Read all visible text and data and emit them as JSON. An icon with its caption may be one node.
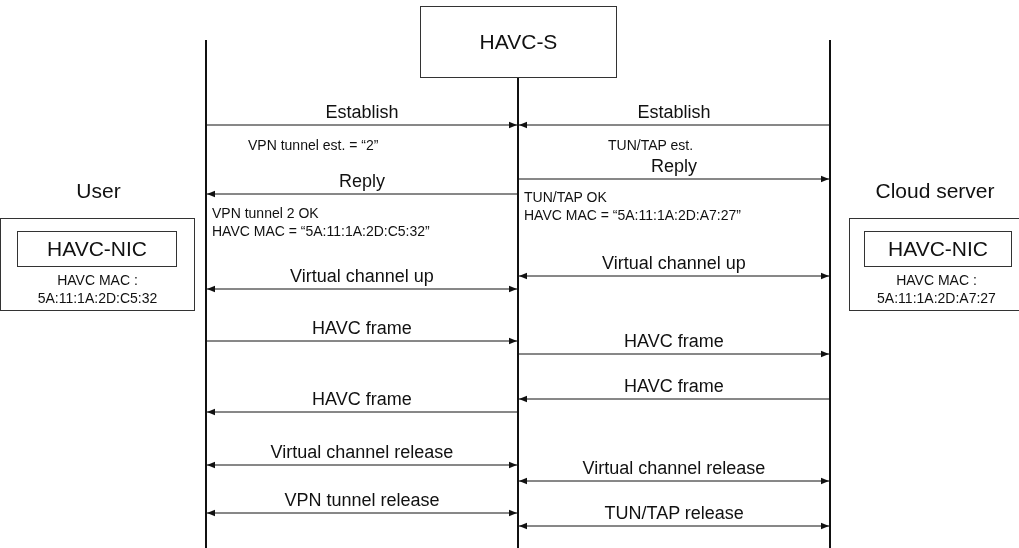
{
  "diagram": {
    "nodes": [
      {
        "text": [
          "HAVC-S"
        ]
      },
      {
        "text": [
          "User",
          "HAVC MAC : 5A:11:1A:2D:C5:32"
        ]
      },
      {
        "text": [
          "HAVC-NIC"
        ],
        "in": 1
      },
      {
        "text": [
          "Cloud server",
          "HAVC MAC : 5A:11:1A:2D:A7:27"
        ]
      },
      {
        "text": [
          "HAVC-NIC"
        ],
        "in": 3
      },
      {
        "text": [],
        "shape": "bar"
      },
      {
        "text": [],
        "shape": "bar"
      },
      {
        "text": [],
        "shape": "bar"
      }
    ],
    "edges": [
      {
        "from": 5,
        "to": 6,
        "arrow": "to",
        "label": "Establish"
      },
      {
        "from": 7,
        "to": 6,
        "arrow": "to",
        "label": "Establish"
      },
      {
        "from": 6,
        "to": 7,
        "arrow": "to",
        "label": "Reply"
      },
      {
        "from": 6,
        "to": 5,
        "arrow": "to",
        "label": "Reply"
      },
      {
        "from": 5,
        "to": 6,
        "arrow": "both",
        "label": "Virtual channel up"
      },
      {
        "from": 6,
        "to": 7,
        "arrow": "both",
        "label": "Virtual channel up"
      },
      {
        "from": 5,
        "to": 6,
        "arrow": "to",
        "label": "HAVC frame"
      },
      {
        "from": 6,
        "to": 7,
        "arrow": "to",
        "label": "HAVC frame"
      },
      {
        "from": 7,
        "to": 6,
        "arrow": "to",
        "label": "HAVC frame"
      },
      {
        "from": 6,
        "to": 5,
        "arrow": "to",
        "label": "HAVC frame"
      },
      {
        "from": 5,
        "to": 6,
        "arrow": "both",
        "label": "Virtual channel release"
      },
      {
        "from": 6,
        "to": 7,
        "arrow": "both",
        "label": "Virtual channel release"
      },
      {
        "from": 5,
        "to": 6,
        "arrow": "both",
        "label": "VPN tunnel release"
      },
      {
        "from": 6,
        "to": 7,
        "arrow": "both",
        "label": "TUN/TAP release"
      }
    ],
    "labels": [
      "VPN tunnel est. = “2”",
      "TUN/TAP est.",
      "TUN/TAP OK",
      "HAVC MAC = “5A:11:1A:2D:A7:27”",
      "VPN tunnel 2 OK",
      "HAVC MAC = “5A:11:1A:2D:C5:32”"
    ]
  }
}
